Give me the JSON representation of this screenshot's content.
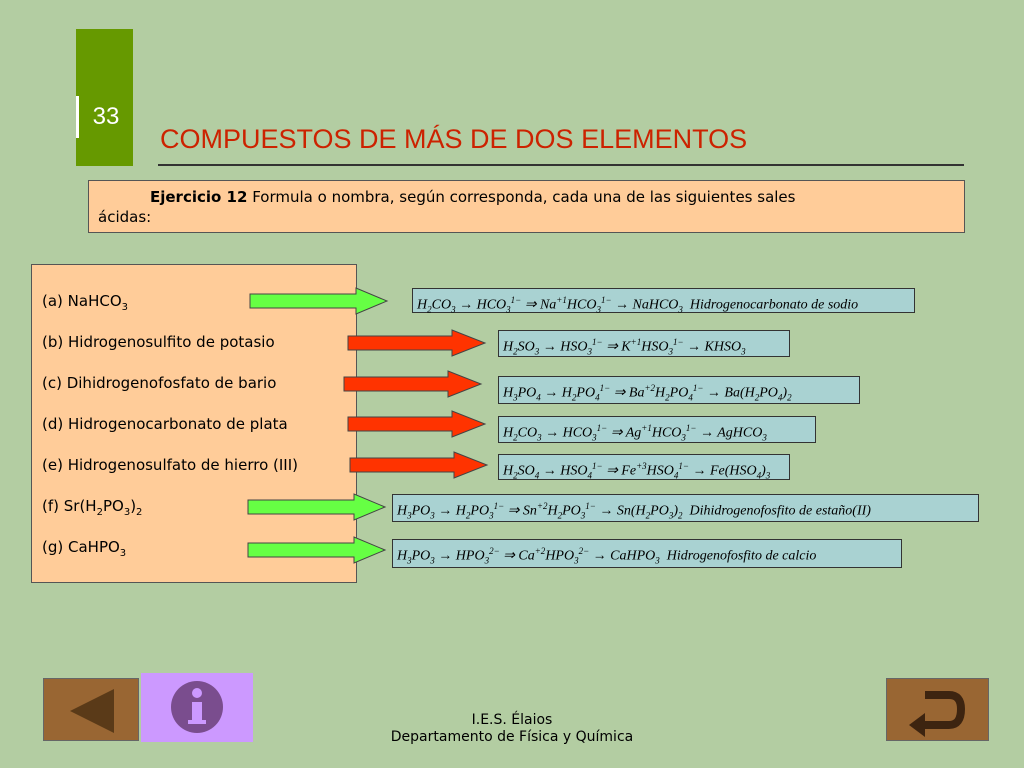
{
  "slide": {
    "number": "33",
    "title": "COMPUESTOS DE MÁS DE DOS ELEMENTOS"
  },
  "exercise": {
    "label": "Ejercicio 12",
    "text_line1": " Formula o nombra, según corresponda, cada una de las siguientes sales",
    "text_line2": "ácidas:"
  },
  "items": [
    {
      "prefix": "(a) NaHCO",
      "sub": "3",
      "rest": "",
      "sub2": "",
      "arrow": "green"
    },
    {
      "prefix": "(b) Hidrogenosulfito de potasio",
      "sub": "",
      "rest": "",
      "sub2": "",
      "arrow": "red"
    },
    {
      "prefix": "(c) Dihidrogenofosfato de bario",
      "sub": "",
      "rest": "",
      "sub2": "",
      "arrow": "red"
    },
    {
      "prefix": "(d) Hidrogenocarbonato de plata",
      "sub": "",
      "rest": "",
      "sub2": "",
      "arrow": "red"
    },
    {
      "prefix": "(e) Hidrogenosulfato de hierro (III)",
      "sub": "",
      "rest": "",
      "sub2": "",
      "arrow": "red"
    },
    {
      "prefix": "(f) Sr(H",
      "sub": "2",
      "rest": "PO",
      "sub2": "3",
      "tail": ")",
      "sub3": "2",
      "arrow": "green"
    },
    {
      "prefix": "(g) CaHPO",
      "sub": "3",
      "rest": "",
      "sub2": "",
      "arrow": "green"
    }
  ],
  "formulas": {
    "a": {
      "name": "Hidrogenocarbonato de sodio"
    },
    "f": {
      "name": "Dihidrogenofosfito de estaño(II)"
    },
    "g": {
      "name": "Hidrogenofosfito de calcio"
    }
  },
  "colors": {
    "background": "#b3cda2",
    "accent_green": "#669900",
    "title_red": "#cc2200",
    "arrow_green": "#66ff44",
    "arrow_red": "#ff3300",
    "formula_box": "#a9d2d2",
    "peach_box": "#ffcc99"
  },
  "navigation": {
    "prev_icon": "triangle-left-icon",
    "info_icon": "info-icon",
    "return_icon": "return-arrow-icon"
  },
  "footer": {
    "line1": "I.E.S. Élaios",
    "line2": "Departamento de Física y Química"
  }
}
